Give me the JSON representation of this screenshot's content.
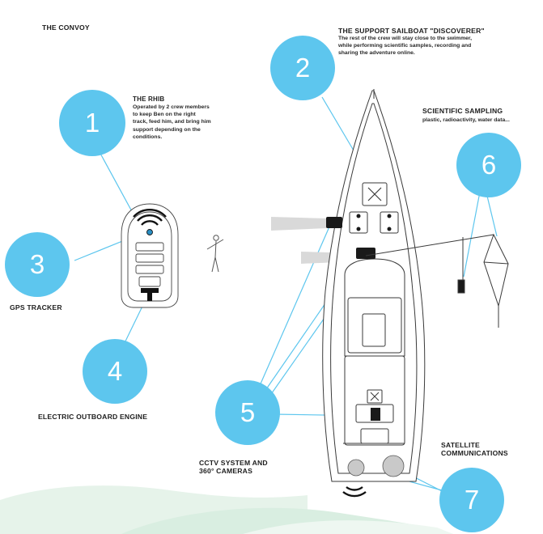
{
  "title": "THE CONVOY",
  "rhib": {
    "heading": "THE RHIB",
    "lines": [
      "Operated by 2 crew members",
      "to keep Ben on the right",
      "track, feed him, and bring him",
      "support depending on the",
      "conditions."
    ]
  },
  "sailboat": {
    "heading": "THE SUPPORT SAILBOAT \"DISCOVERER\"",
    "lines": [
      "The rest of the crew will stay close to the swimmer,",
      "while performing scientific samples, recording and",
      "sharing the adventure online."
    ]
  },
  "sampling": {
    "heading": "SCIENTIFIC SAMPLING",
    "detail": "plastic, radioactivity, water data..."
  },
  "labels": {
    "gps": "GPS TRACKER",
    "engine": "ELECTRIC OUTBOARD ENGINE",
    "cctv_line1": "CCTV SYSTEM AND",
    "cctv_line2": "360° CAMERAS",
    "satellite_line1": "SATELLITE",
    "satellite_line2": "COMMUNICATIONS"
  },
  "badges": {
    "one": "1",
    "two": "2",
    "three": "3",
    "four": "4",
    "five": "5",
    "six": "6",
    "seven": "7"
  },
  "colors": {
    "badge": "#5dc6ee",
    "connector": "#5dc6ee",
    "outline": "#3a3a3a",
    "wave": "#e3f1e8"
  }
}
